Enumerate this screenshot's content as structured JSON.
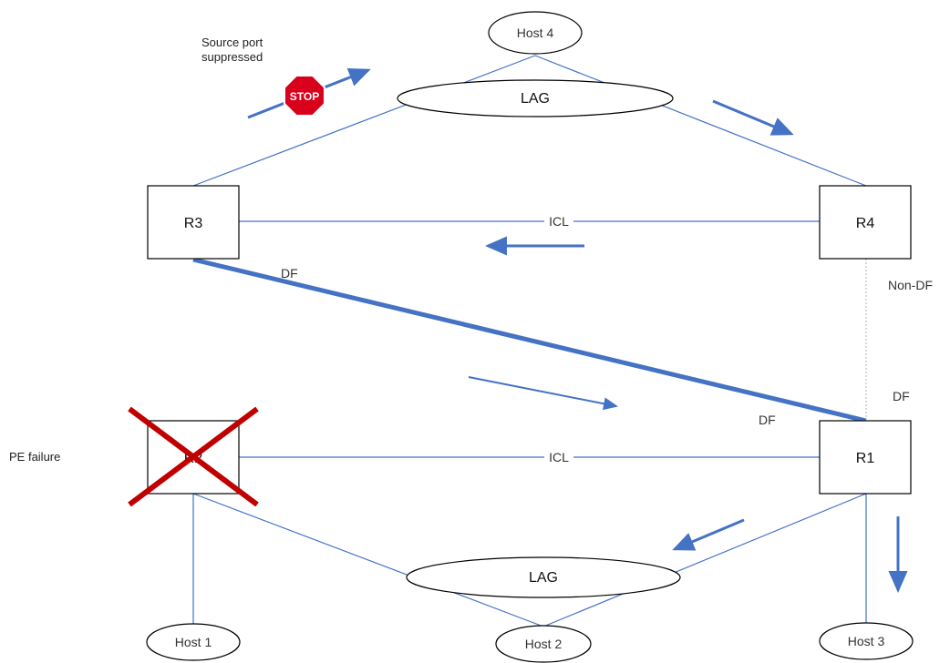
{
  "colors": {
    "link": "#4472c4",
    "arrow": "#4472c4",
    "outline": "#000000",
    "failure_x": "#c00000",
    "stop_sign": "#d9001b",
    "dotted": "#b0b0b0"
  },
  "routers": {
    "r3": "R3",
    "r4": "R4",
    "r2": "R2",
    "r1": "R1"
  },
  "hosts": {
    "host1": "Host 1",
    "host2": "Host 2",
    "host3": "Host 3",
    "host4": "Host 4"
  },
  "lags": {
    "top": "LAG",
    "bottom": "LAG"
  },
  "links": {
    "icl_top": "ICL",
    "icl_bottom": "ICL"
  },
  "annotations": {
    "source_port_line1": "Source port",
    "source_port_line2": "suppressed",
    "stop_sign": "STOP",
    "df_r3": "DF",
    "non_df_r4": "Non-DF",
    "df_r1_upper": "DF",
    "df_r1_lower": "DF",
    "pe_failure": "PE failure"
  },
  "icons": {
    "stop": "stop-sign-icon",
    "failure": "failure-x-icon"
  }
}
